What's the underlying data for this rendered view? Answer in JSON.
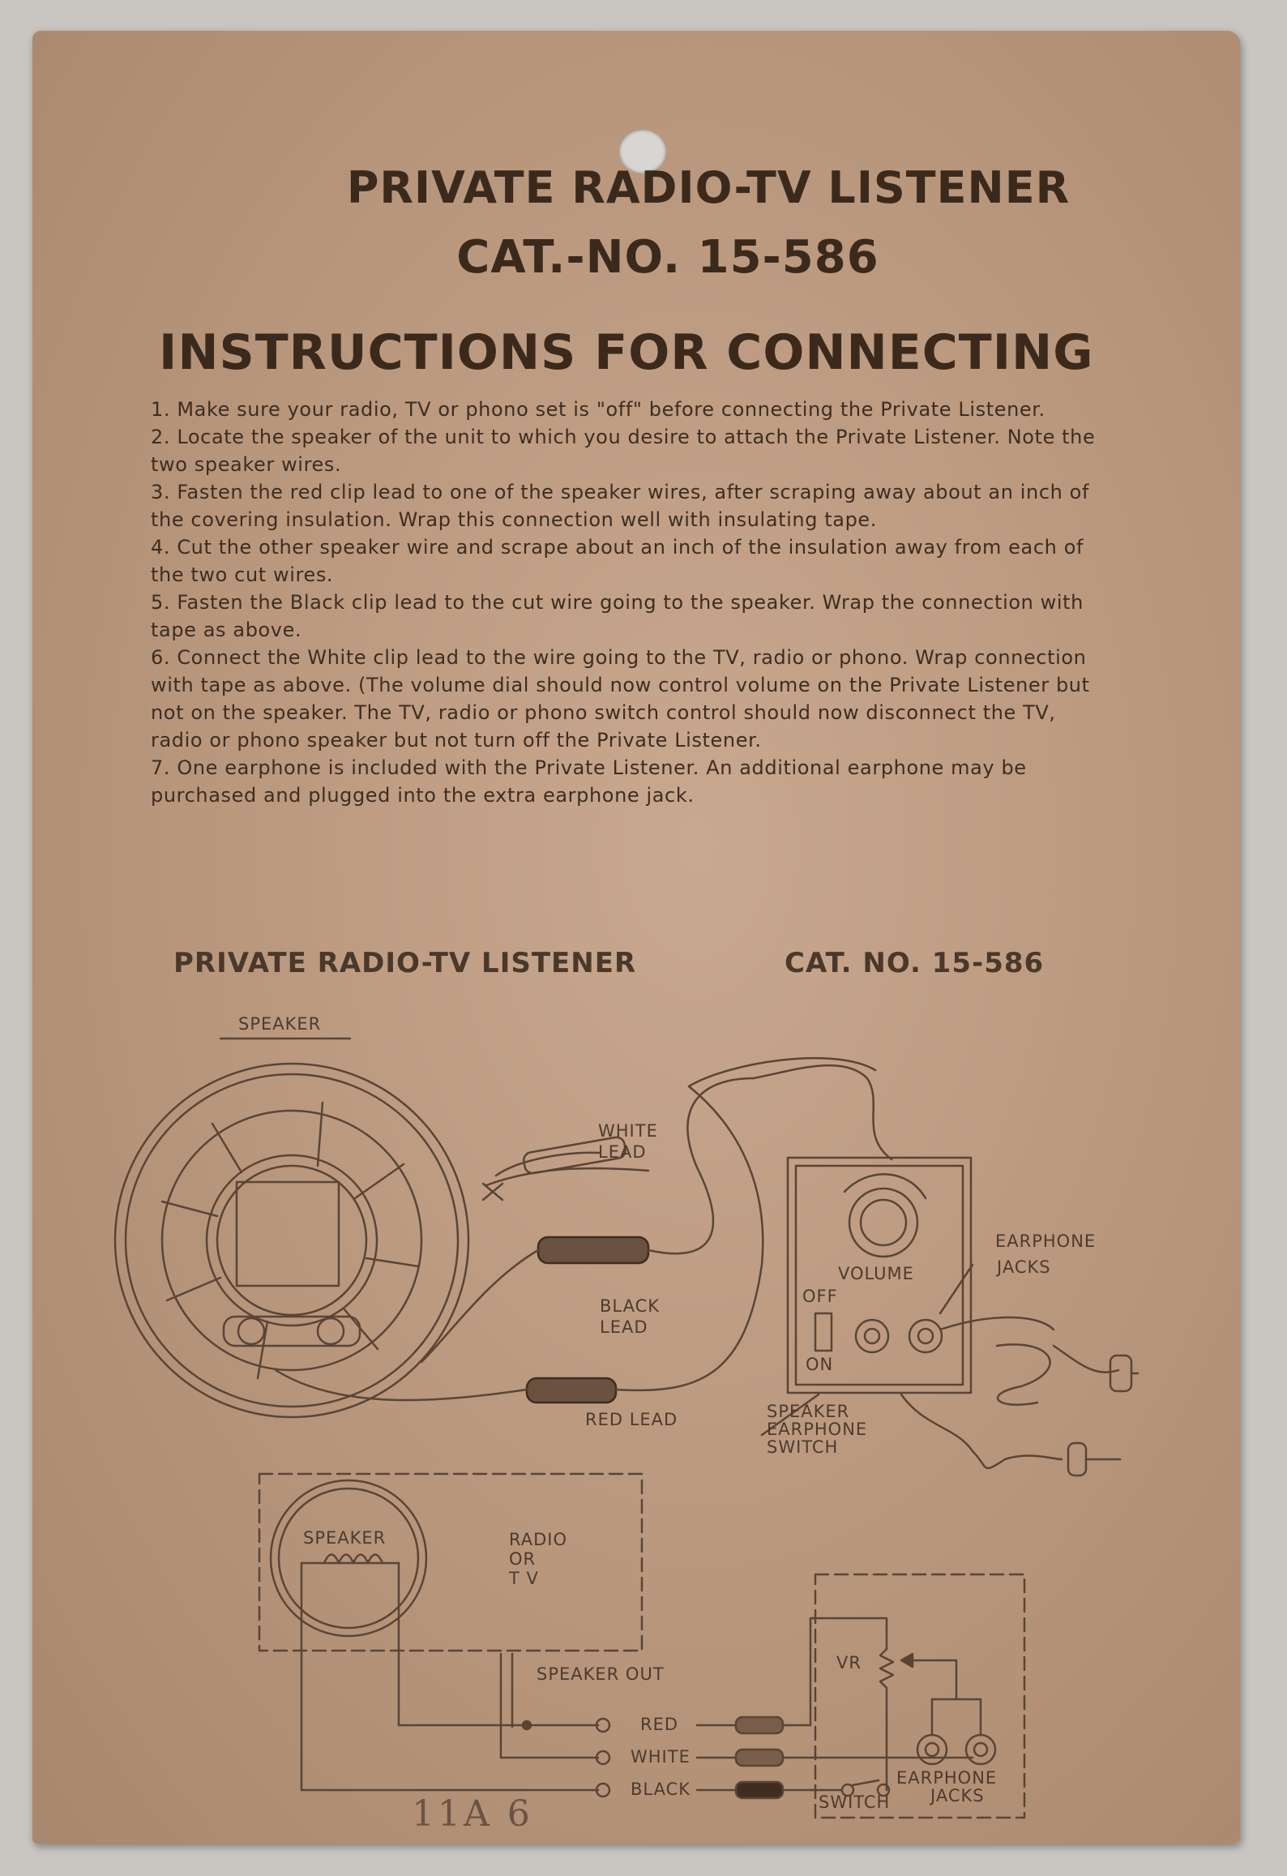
{
  "header": {
    "title_line1": "PRIVATE RADIO-TV LISTENER",
    "title_line2": "CAT.-NO. 15-586",
    "section_title": "INSTRUCTIONS FOR CONNECTING"
  },
  "instructions": [
    "1. Make sure your radio, TV or phono set is \"off\" before connecting the Private Listener.",
    "2. Locate the speaker of the unit to which you desire to attach the Private Listener. Note the two speaker wires.",
    "3. Fasten the red clip lead to one of the speaker wires, after scraping away about an inch of the covering insulation. Wrap this connection well with insulating tape.",
    "4. Cut the other speaker wire and scrape about an inch of the insulation away from each of the two cut wires.",
    "5. Fasten the Black clip lead to the cut wire going to the speaker. Wrap the connection with tape as above.",
    "6. Connect the White clip lead to the wire going to the TV, radio or phono. Wrap connection with tape as above. (The volume dial should now control volume on the Private Listener but not on the speaker. The TV, radio or phono switch control should now disconnect the TV, radio or phono speaker but not turn off the Private Listener.",
    "7. One earphone is included with the Private Listener. An additional earphone may be purchased and plugged into the extra earphone jack."
  ],
  "diagram": {
    "heading_left": "PRIVATE RADIO-TV LISTENER",
    "heading_right": "CAT. NO. 15-586",
    "labels": {
      "speaker": "SPEAKER",
      "white_lead_1": "WHITE",
      "white_lead_2": "LEAD",
      "black_lead_1": "BLACK",
      "black_lead_2": "LEAD",
      "red_lead": "RED LEAD",
      "volume": "VOLUME",
      "off": "OFF",
      "on": "ON",
      "earphone_jacks_1": "EARPHONE",
      "earphone_jacks_2": "JACKS",
      "switch_1": "SPEAKER",
      "switch_2": "EARPHONE",
      "switch_3": "SWITCH"
    },
    "schematic": {
      "speaker": "SPEAKER",
      "radio_1": "RADIO",
      "radio_2": "OR",
      "radio_3": "T V",
      "speaker_out": "SPEAKER OUT",
      "red": "RED",
      "white": "WHITE",
      "black": "BLACK",
      "vr": "VR",
      "earphone": "EARPHONE",
      "jacks": "JACKS",
      "switch": "SWITCH"
    }
  },
  "stamp": "11A 6"
}
